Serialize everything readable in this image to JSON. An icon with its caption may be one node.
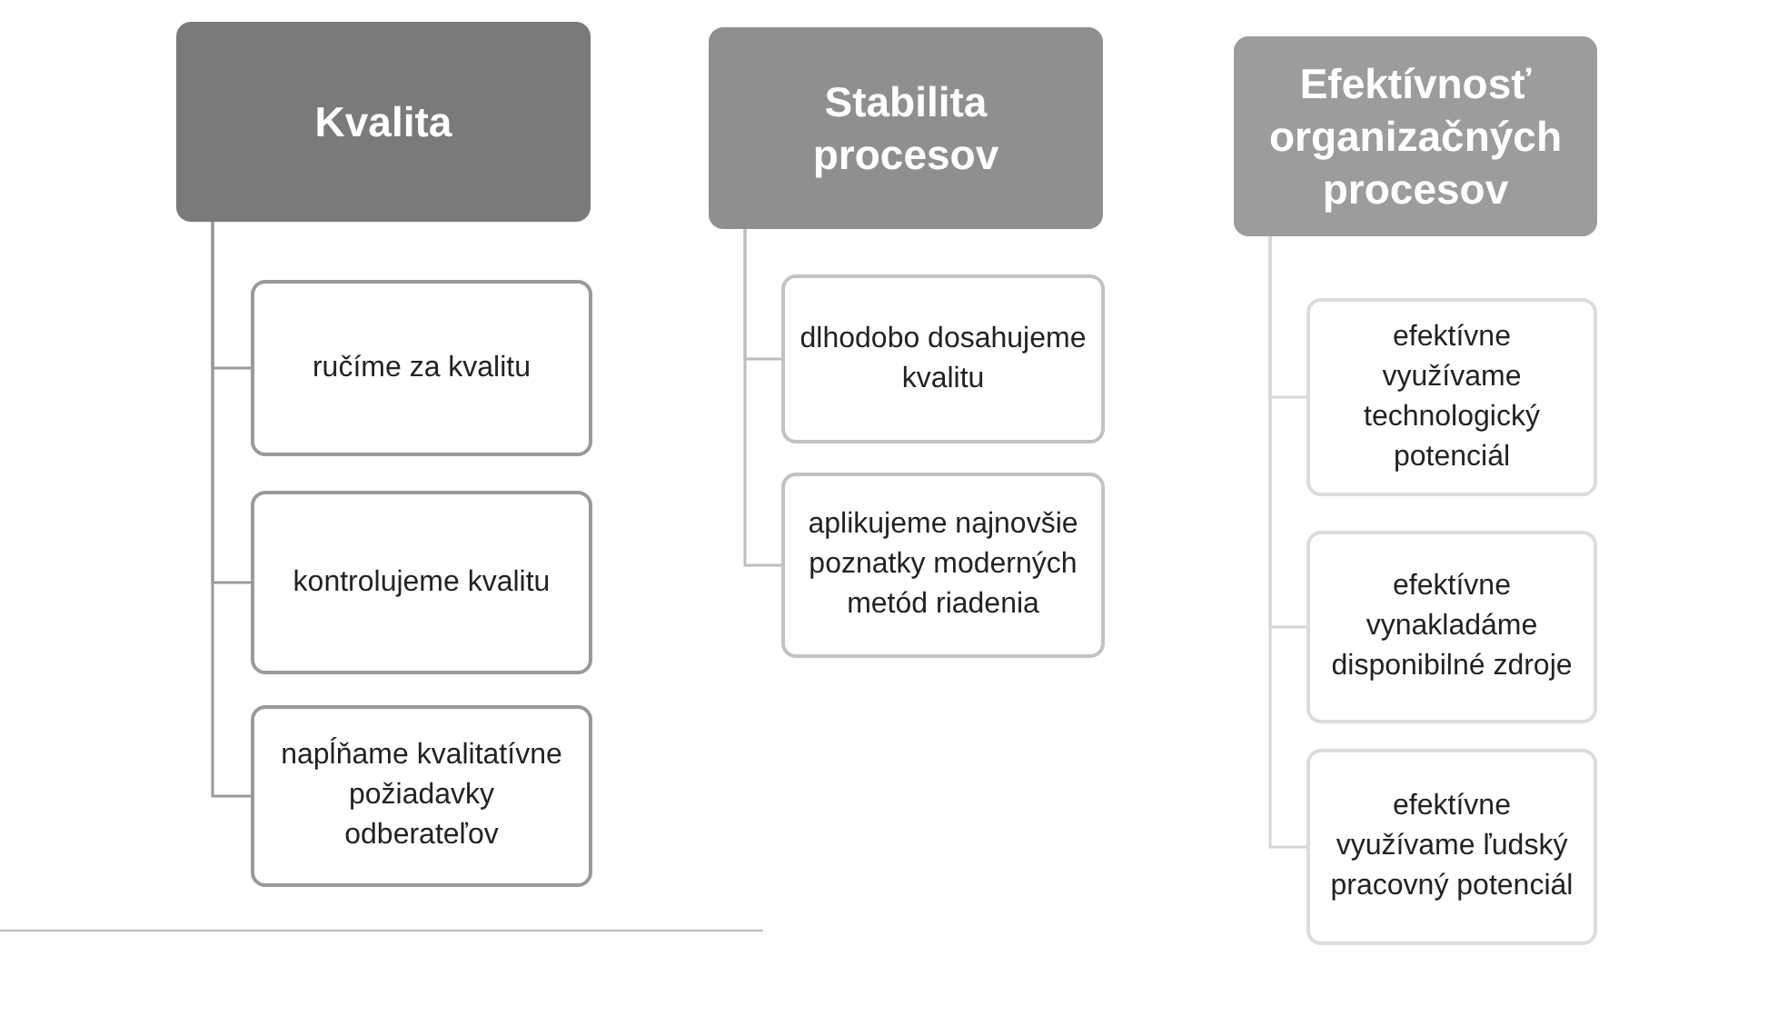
{
  "diagram": {
    "nodes": [
      {
        "text": [
          "Kvalita"
        ]
      },
      {
        "text": [
          "ručíme za kvalitu"
        ]
      },
      {
        "text": [
          "kontrolujeme kvalitu"
        ]
      },
      {
        "text": [
          "napĺňame kvalitatívne požiadavky odberateľov"
        ]
      },
      {
        "text": [
          "Stabilita procesov"
        ]
      },
      {
        "text": [
          "dlhodobo dosahujeme kvalitu"
        ]
      },
      {
        "text": [
          "aplikujeme najnovšie poznatky moderných metód riadenia"
        ]
      },
      {
        "text": [
          "Efektívnosť organizačných procesov"
        ]
      },
      {
        "text": [
          "efektívne využívame technologický potenciál"
        ]
      },
      {
        "text": [
          "efektívne vynakladáme disponibilné zdroje"
        ]
      },
      {
        "text": [
          "efektívne využívame ľudský pracovný potenciál"
        ]
      }
    ],
    "edges": [
      {
        "from": 0,
        "to": 1,
        "arrow": "none"
      },
      {
        "from": 0,
        "to": 2,
        "arrow": "none"
      },
      {
        "from": 0,
        "to": 3,
        "arrow": "none"
      },
      {
        "from": 4,
        "to": 5,
        "arrow": "none"
      },
      {
        "from": 4,
        "to": 6,
        "arrow": "none"
      },
      {
        "from": 7,
        "to": 8,
        "arrow": "none"
      },
      {
        "from": 7,
        "to": 9,
        "arrow": "none"
      },
      {
        "from": 7,
        "to": 10,
        "arrow": "none"
      }
    ]
  }
}
